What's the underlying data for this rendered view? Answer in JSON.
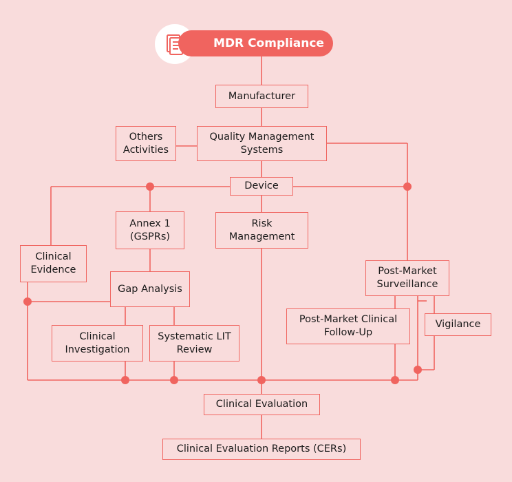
{
  "title": "MDR Compliance",
  "icons": {
    "title_icon": "document-icon"
  },
  "colors": {
    "accent": "#f0645f",
    "background": "#f9dcdc",
    "text": "#1a1a1a"
  },
  "nodes": {
    "manufacturer": "Manufacturer",
    "qms": "Quality Management\nSystems",
    "others": "Others\nActivities",
    "device": "Device",
    "annex": "Annex 1\n(GSPRs)",
    "risk": "Risk\nManagement",
    "clinical_evidence": "Clinical\nEvidence",
    "gap_analysis": "Gap Analysis",
    "clinical_investigation": "Clinical\nInvestigation",
    "systematic_lit": "Systematic LIT\nReview",
    "pms": "Post-Market\nSurveillance",
    "pmcf": "Post-Market Clinical\nFollow-Up",
    "vigilance": "Vigilance",
    "clinical_evaluation": "Clinical Evaluation",
    "cer": "Clinical Evaluation Reports (CERs)"
  }
}
